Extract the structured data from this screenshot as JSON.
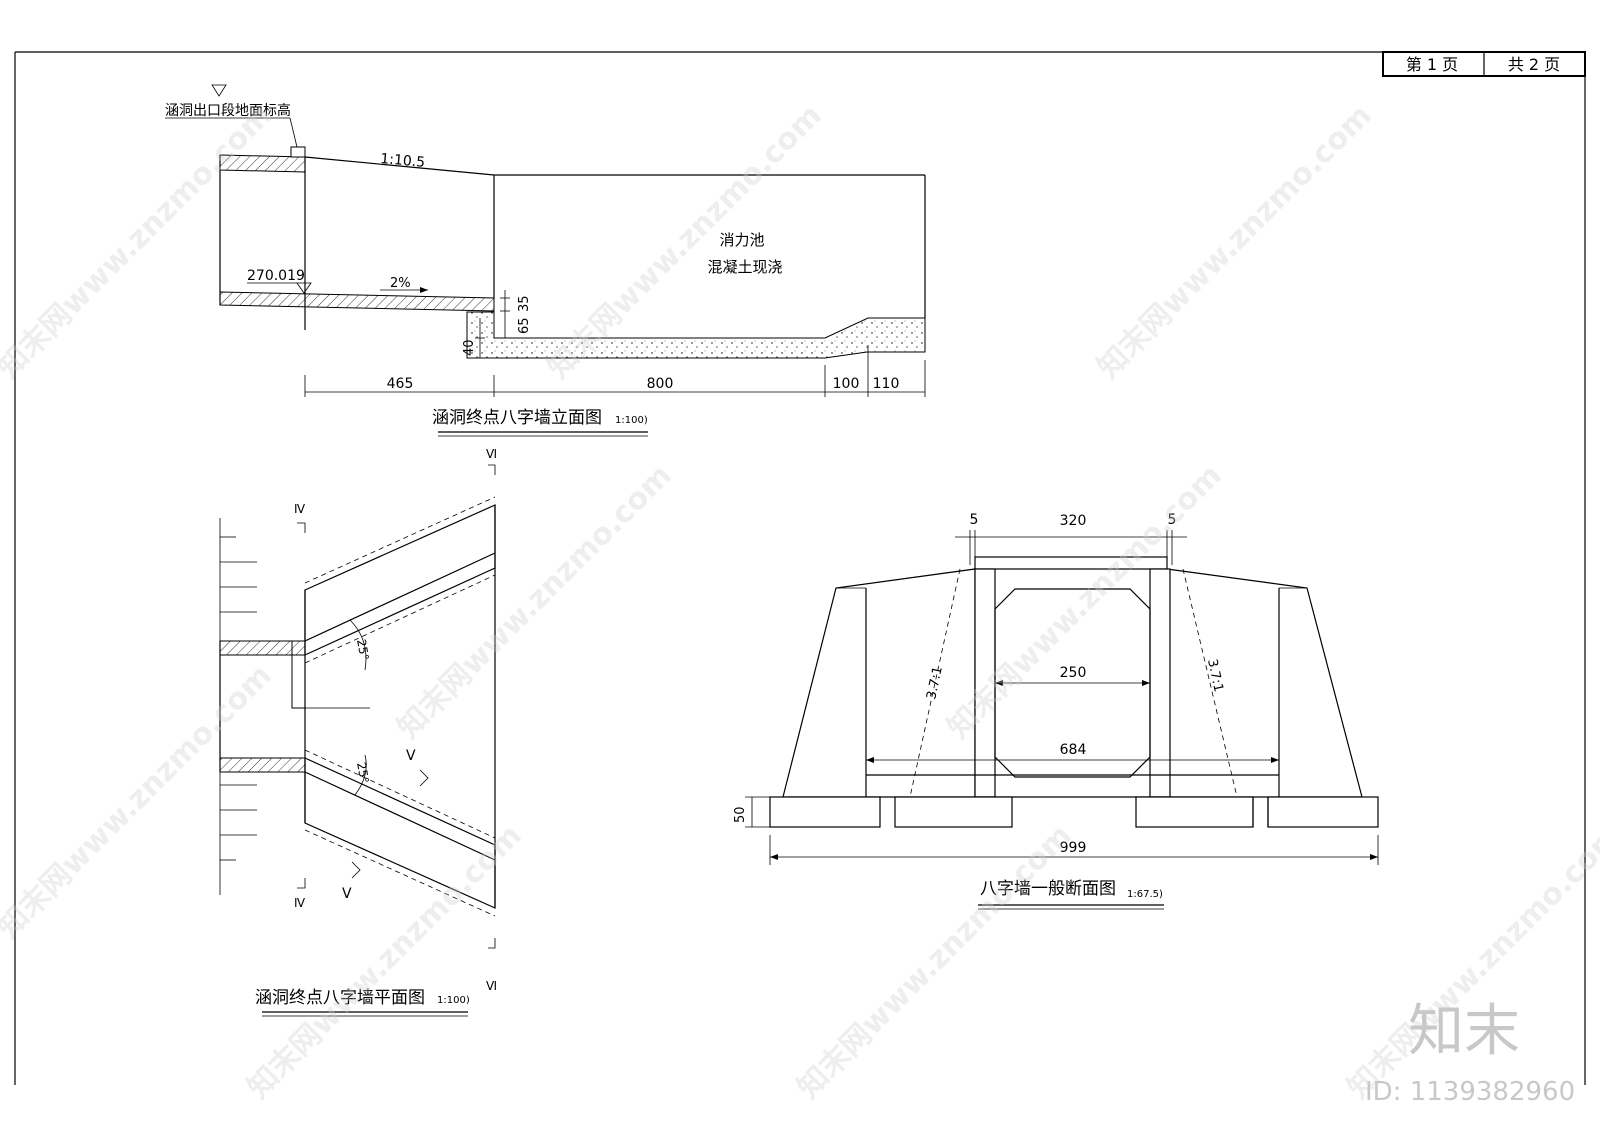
{
  "header": {
    "page_no": "第 1 页",
    "page_total": "共 2 页"
  },
  "elevation": {
    "ground_label": "涵洞出口段地面标高",
    "slope_ratio": "1:10.5",
    "elevation_value": "270.019",
    "grade": "2%",
    "basin_name": "消力池",
    "basin_material": "混凝土现浇",
    "dim_step_height": "65",
    "dim_step_height2": "35",
    "dim_base_height": "40",
    "dim_465": "465",
    "dim_800": "800",
    "dim_100": "100",
    "dim_110": "110",
    "title": "涵洞终点八字墙立面图",
    "scale": "1:100)"
  },
  "plan": {
    "sec_iv_top": "Ⅳ",
    "sec_iv_bottom": "Ⅳ",
    "sec_vi_top": "Ⅵ",
    "sec_vi_bottom": "Ⅵ",
    "sec_v_right": "Ⅴ",
    "sec_v_left": "Ⅴ",
    "angle_top": "25°",
    "angle_bottom": "25°",
    "title": "涵洞终点八字墙平面图",
    "scale": "1:100)"
  },
  "section": {
    "dim_5_left": "5",
    "dim_320": "320",
    "dim_5_right": "5",
    "slope_left": "3.7:1",
    "slope_right": "3.7:1",
    "dim_250": "250",
    "dim_684": "684",
    "dim_50": "50",
    "dim_999": "999",
    "title": "八字墙一般断面图",
    "scale": "1:67.5)"
  },
  "watermark": {
    "site": "知末网www.znzmo.com",
    "logo": "知末",
    "id_label": "ID: 1139382960"
  }
}
